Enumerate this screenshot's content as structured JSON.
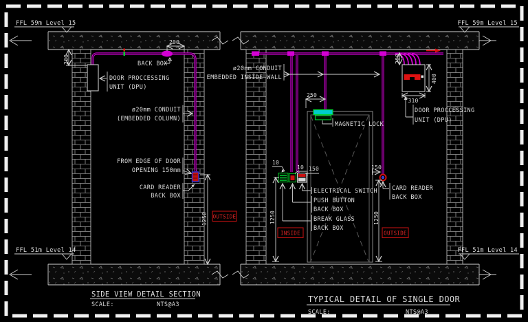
{
  "left_view": {
    "ffl_top": "FFL 59m Level 15",
    "ffl_bottom": "FFL 51m Level 14",
    "dpu_line1": "DOOR PROCCESSING",
    "dpu_line2": "UNIT (DPU)",
    "back_box_label": "BACK BOX",
    "conduit_line1": "ø20mm CONDUIT",
    "conduit_line2": "(EMBEDDED COLUMN)",
    "door_edge_line1": "FROM EDGE OF DOOR",
    "door_edge_line2": "OPENING 150mm",
    "card_reader_line1": "CARD READER",
    "card_reader_line2": "BACK BOX",
    "outside_label": "OUTSIDE",
    "dim_drop": "200",
    "dim_offset": "200",
    "dim_height": "1250",
    "title": "SIDE VIEW DETAIL SECTION",
    "scale_label": "SCALE:",
    "scale_value": "NTS@A3"
  },
  "right_view": {
    "ffl_top": "FFL 59m Level 15",
    "ffl_bottom": "FFL 51m Level 14",
    "conduit_line1": "ø20mm CONDUIT",
    "conduit_line2": "EMBEDDED INSIDE WALL",
    "magnetic_lock_label": "MAGNETIC LOCK",
    "dpu_line1": "DOOR PROCCESSING",
    "dpu_line2": "UNIT (DPU)",
    "electrical_switch_label": "ELECTRICAL SWITCH",
    "push_button_line1": "PUSH BUTTON",
    "push_button_line2": "BACK BOX",
    "break_glass_line1": "BREAK GLASS",
    "break_glass_line2": "BACK BOX",
    "card_reader_line1": "CARD READER",
    "card_reader_line2": "BACK BOX",
    "inside_label": "INSIDE",
    "outside_label": "OUTSIDE",
    "dim_dpu_drop": "200",
    "dim_dpu_height": "400",
    "dim_dpu_width": "310",
    "dim_lock_offset": "250",
    "dim_gap1": "10",
    "dim_gap2": "10",
    "dim_switch_offset": "150",
    "dim_reader_offset": "150",
    "dim_height_inside": "1250",
    "dim_height_outside": "1250",
    "title": "TYPICAL DETAIL OF SINGLE DOOR",
    "scale_label": "SCALE:",
    "scale_value": "NTS@A3"
  },
  "colors": {
    "conduit": "#d400d4",
    "alert_red": "#cc1111",
    "device_green": "#00cc33",
    "lock_cyan": "#00cccc",
    "reader_blue": "#2b35d8"
  }
}
